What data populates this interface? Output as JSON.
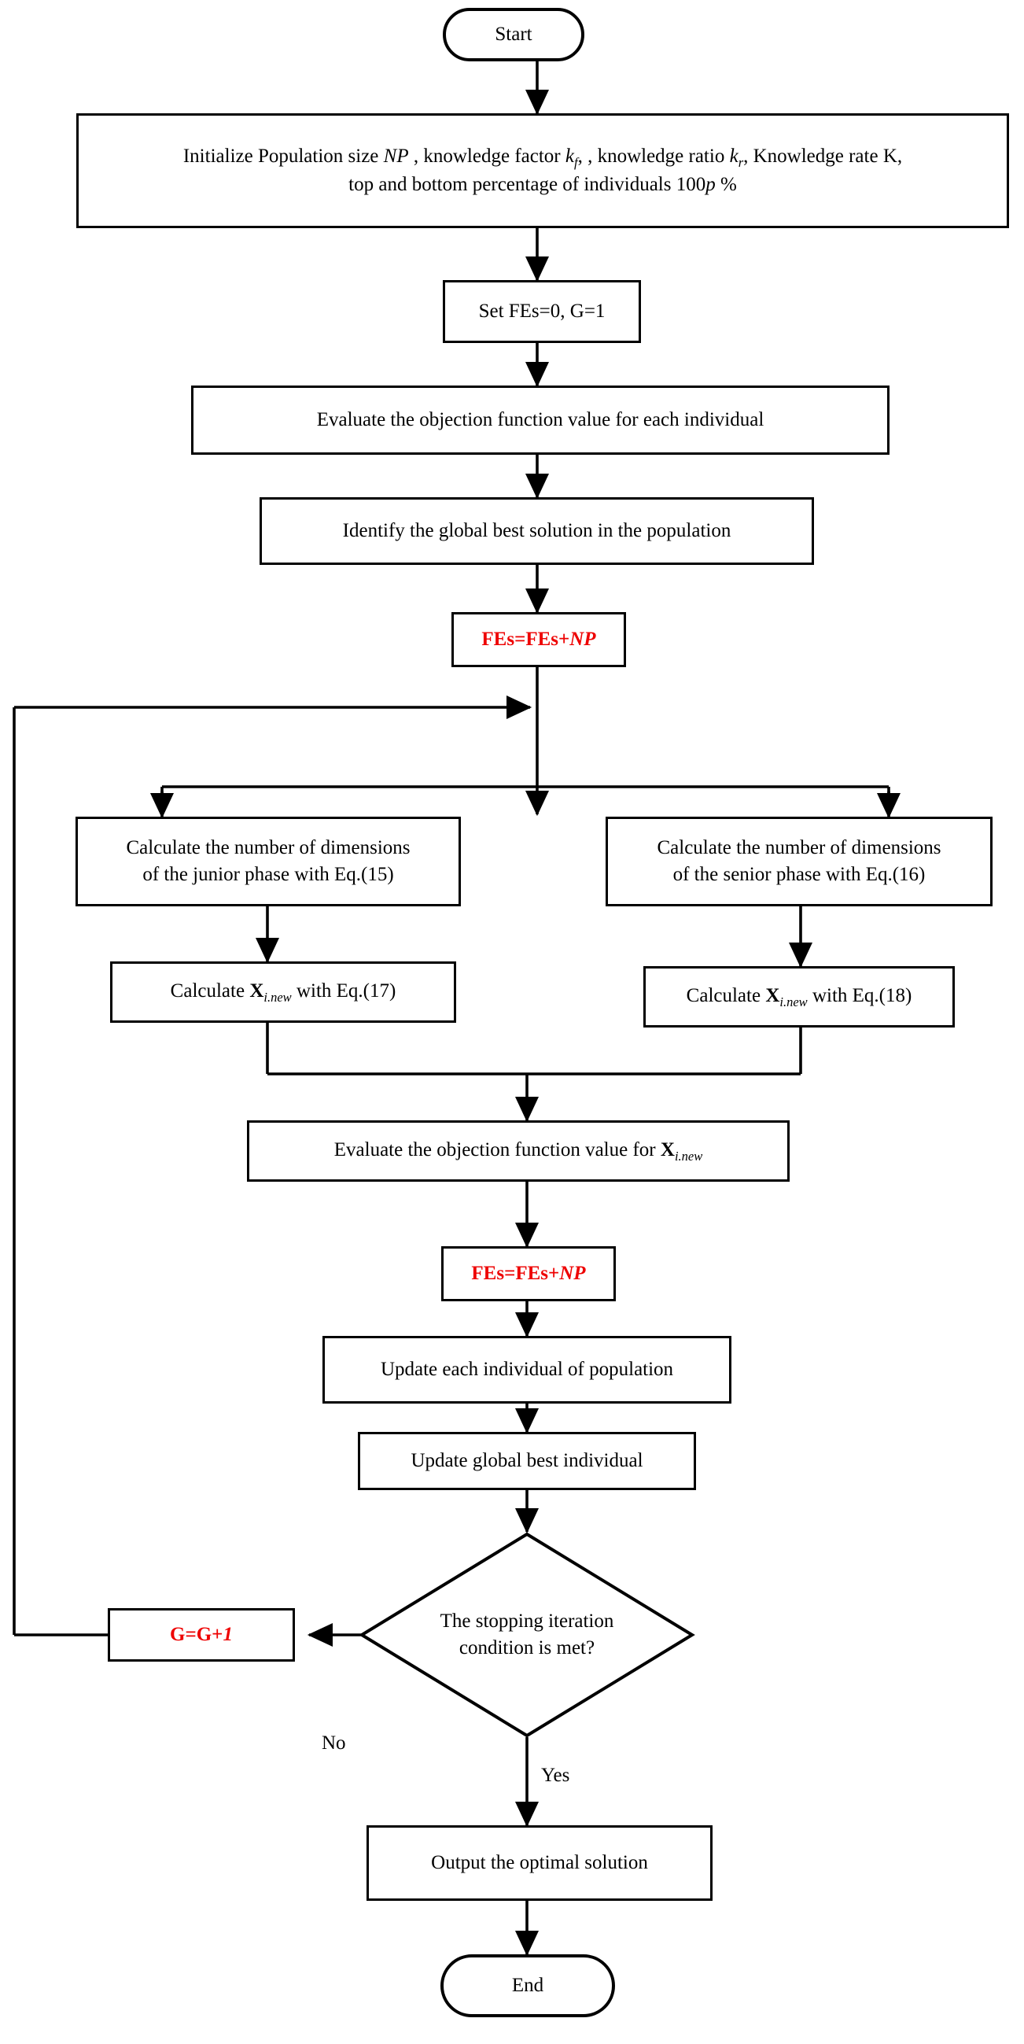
{
  "diagram": {
    "title": "Algorithm flowchart",
    "colors": {
      "stroke": "#000000",
      "background": "#ffffff",
      "highlight_text": "#ee0000"
    },
    "nodes": {
      "start": {
        "label": "Start",
        "shape": "terminator"
      },
      "initialize": {
        "line1_a": "Initialize Population size ",
        "line1_np": "NP",
        "line1_b": " , knowledge factor ",
        "line1_kf": "k",
        "line1_kf_sub": "f",
        "line1_c": ", , knowledge ratio ",
        "line1_kr": "k",
        "line1_kr_sub": "r",
        "line1_d": ", Knowledge rate K,",
        "line2_a": "top and bottom percentage of individuals 100",
        "line2_p": "p",
        "line2_b": " %",
        "shape": "process"
      },
      "set_fes": {
        "label": "Set FEs=0, G=1",
        "shape": "process"
      },
      "evaluate_each": {
        "label": "Evaluate the objection function value for each  individual",
        "shape": "process"
      },
      "identify_best": {
        "label": "Identify the global best solution in the population",
        "shape": "process"
      },
      "fes_update_1": {
        "label_a": "FEs=FEs+",
        "label_np": "NP",
        "shape": "process",
        "color": "#ee0000"
      },
      "junior_dims": {
        "line1": "Calculate the number of dimensions",
        "line2": "of the junior phase with Eq.(15)",
        "shape": "process"
      },
      "senior_dims": {
        "line1": "Calculate the number of dimensions",
        "line2": "of the senior phase with Eq.(16)",
        "shape": "process"
      },
      "calc_x_17": {
        "pre": "Calculate ",
        "var": "X",
        "var_sub": "i.new",
        "post": "  with Eq.(17)",
        "shape": "process"
      },
      "calc_x_18": {
        "pre": "Calculate ",
        "var": "X",
        "var_sub": "i.new",
        "post": "  with Eq.(18)",
        "shape": "process"
      },
      "evaluate_new": {
        "pre": "Evaluate the objection  function value for ",
        "var": "X",
        "var_sub": "i.new",
        "shape": "process"
      },
      "fes_update_2": {
        "label_a": "FEs=FEs+",
        "label_np": "NP",
        "shape": "process",
        "color": "#ee0000"
      },
      "update_population": {
        "label": "Update each individual of population",
        "shape": "process"
      },
      "update_best": {
        "label": "Update global best individual",
        "shape": "process"
      },
      "stopping_check": {
        "line1": "The stopping iteration",
        "line2": "condition is met?",
        "shape": "decision"
      },
      "increment_g": {
        "label_a": "G=G+",
        "label_1": "1",
        "shape": "process",
        "color": "#ee0000"
      },
      "output_solution": {
        "label": "Output the optimal solution",
        "shape": "process"
      },
      "end": {
        "label": "End",
        "shape": "terminator"
      }
    },
    "edge_labels": {
      "no": "No",
      "yes": "Yes"
    }
  }
}
